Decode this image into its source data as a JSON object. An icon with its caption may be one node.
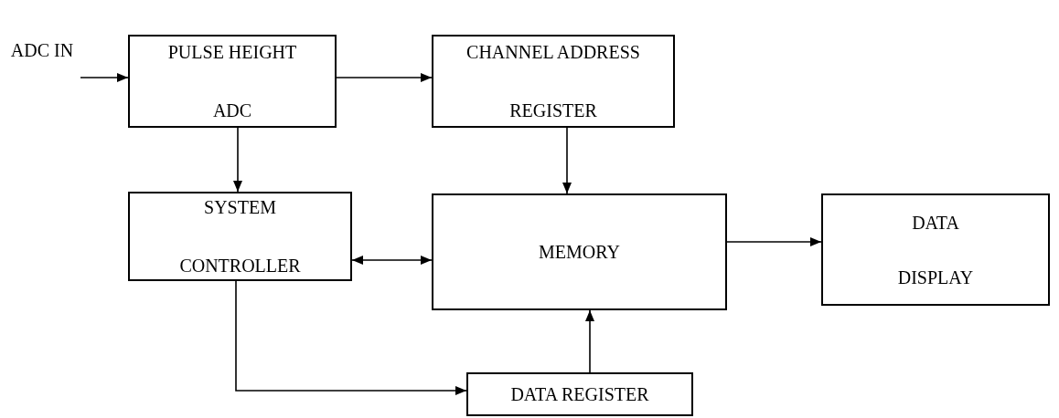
{
  "diagram": {
    "nodes": [
      {
        "text": [
          "ADC IN"
        ]
      },
      {
        "text": [
          "PULSE HEIGHT ADC"
        ]
      },
      {
        "text": [
          "CHANNEL ADDRESS REGISTER"
        ]
      },
      {
        "text": [
          "SYSTEM CONTROLLER"
        ]
      },
      {
        "text": [
          "MEMORY"
        ]
      },
      {
        "text": [
          "DATA DISPLAY"
        ]
      },
      {
        "text": [
          "DATA REGISTER"
        ]
      }
    ],
    "edges": [
      {
        "from": 0,
        "to": 1,
        "arrow": "to"
      },
      {
        "from": 1,
        "to": 2,
        "arrow": "to"
      },
      {
        "from": 1,
        "to": 3,
        "arrow": "to"
      },
      {
        "from": 2,
        "to": 4,
        "arrow": "to"
      },
      {
        "from": 3,
        "to": 4,
        "arrow": "both"
      },
      {
        "from": 4,
        "to": 5,
        "arrow": "to"
      },
      {
        "from": 3,
        "to": 6,
        "arrow": "to"
      },
      {
        "from": 6,
        "to": 4,
        "arrow": "to"
      }
    ]
  }
}
